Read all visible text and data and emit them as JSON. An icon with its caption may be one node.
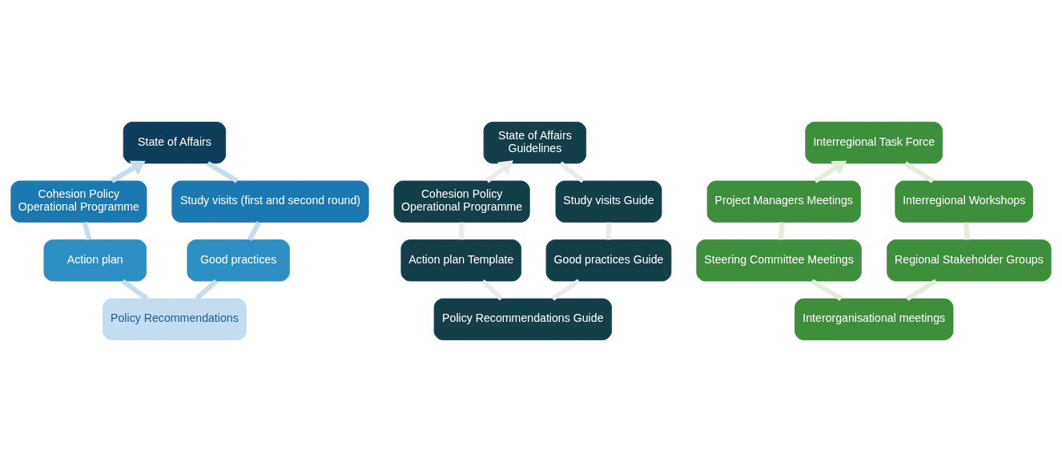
{
  "diagram": {
    "nodes": [
      {
        "text": [
          "State of Affairs"
        ]
      },
      {
        "text": [
          "Cohesion Policy",
          "Operational Programme"
        ]
      },
      {
        "text": [
          "Study visits (first and second round)"
        ]
      },
      {
        "text": [
          "Action plan"
        ]
      },
      {
        "text": [
          "Good practices"
        ]
      },
      {
        "text": [
          "Policy Recommendations"
        ]
      },
      {
        "text": [
          "State of Affairs",
          "Guidelines"
        ]
      },
      {
        "text": [
          "Cohesion Policy",
          "Operational Programme"
        ]
      },
      {
        "text": [
          "Study visits Guide"
        ]
      },
      {
        "text": [
          "Action plan Template"
        ]
      },
      {
        "text": [
          "Good practices Guide"
        ]
      },
      {
        "text": [
          "Policy Recommendations Guide"
        ]
      },
      {
        "text": [
          "Interregional Task Force"
        ]
      },
      {
        "text": [
          "Project Managers Meetings"
        ]
      },
      {
        "text": [
          "Interregional Workshops"
        ]
      },
      {
        "text": [
          "Steering Committee Meetings"
        ]
      },
      {
        "text": [
          "Regional Stakeholder Groups"
        ]
      },
      {
        "text": [
          "Interorganisational meetings"
        ]
      }
    ],
    "edges": [
      {
        "from": 0,
        "to": 2,
        "arrow": "none",
        "color": "#c6ddef"
      },
      {
        "from": 2,
        "to": 4,
        "arrow": "none",
        "color": "#c6ddef"
      },
      {
        "from": 4,
        "to": 5,
        "arrow": "none",
        "color": "#c6ddef"
      },
      {
        "from": 5,
        "to": 3,
        "arrow": "none",
        "color": "#c6ddef"
      },
      {
        "from": 3,
        "to": 1,
        "arrow": "none",
        "color": "#c6ddef"
      },
      {
        "from": 1,
        "to": 0,
        "arrow": "to",
        "color": "#c6ddef"
      },
      {
        "from": 6,
        "to": 8,
        "arrow": "none",
        "color": "#ebebeb"
      },
      {
        "from": 8,
        "to": 10,
        "arrow": "none",
        "color": "#ebebeb"
      },
      {
        "from": 10,
        "to": 11,
        "arrow": "none",
        "color": "#ebebeb"
      },
      {
        "from": 11,
        "to": 9,
        "arrow": "none",
        "color": "#ebebeb"
      },
      {
        "from": 9,
        "to": 7,
        "arrow": "none",
        "color": "#ebebeb"
      },
      {
        "from": 7,
        "to": 6,
        "arrow": "to",
        "color": "#ebebeb"
      },
      {
        "from": 12,
        "to": 14,
        "arrow": "none",
        "color": "#e2efd6"
      },
      {
        "from": 14,
        "to": 16,
        "arrow": "none",
        "color": "#e2efd6"
      },
      {
        "from": 16,
        "to": 17,
        "arrow": "none",
        "color": "#e2efd6"
      },
      {
        "from": 17,
        "to": 15,
        "arrow": "none",
        "color": "#e2efd6"
      },
      {
        "from": 15,
        "to": 13,
        "arrow": "none",
        "color": "#e2efd6"
      },
      {
        "from": 13,
        "to": 12,
        "arrow": "to",
        "color": "#e2efd6"
      }
    ]
  }
}
